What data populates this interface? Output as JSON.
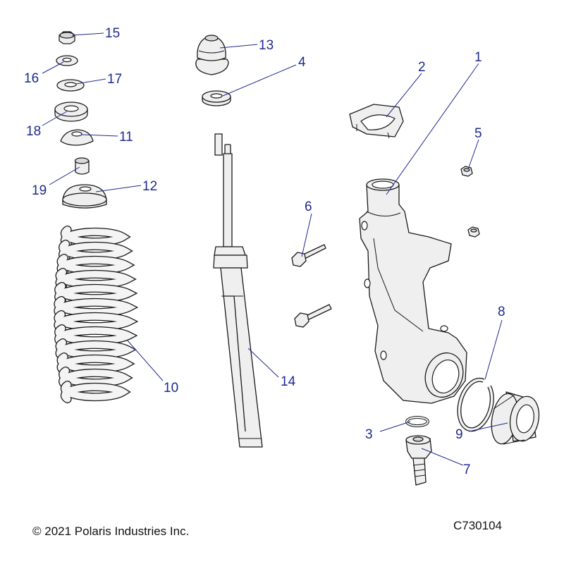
{
  "callouts": {
    "c1": "1",
    "c2": "2",
    "c3": "3",
    "c4": "4",
    "c5": "5",
    "c6": "6",
    "c7": "7",
    "c8": "8",
    "c9": "9",
    "c10": "10",
    "c11": "11",
    "c12": "12",
    "c13": "13",
    "c14": "14",
    "c15": "15",
    "c16": "16",
    "c17": "17",
    "c18": "18",
    "c19": "19"
  },
  "footer": {
    "copyright": "© 2021 Polaris Industries Inc.",
    "drawing_number": "C730104"
  },
  "colors": {
    "callout": "#1f2a8c",
    "part_fill": "#efefef",
    "outline": "#1a1a1a"
  }
}
